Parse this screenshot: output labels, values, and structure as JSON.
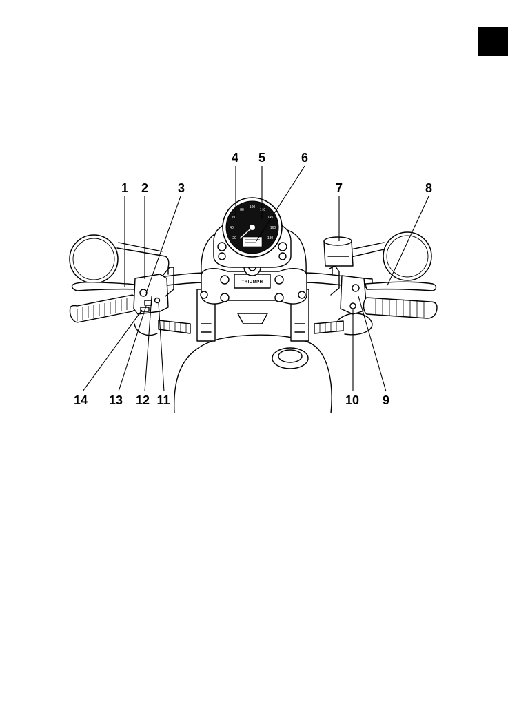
{
  "page": {
    "thumb_tab_color": "#000000"
  },
  "diagram": {
    "brand_mark": "TRIUMPH",
    "speedo_ticks": [
      "20",
      "40",
      "60",
      "80",
      "100",
      "120",
      "140",
      "160",
      "180"
    ],
    "callouts": [
      {
        "id": "1",
        "label": "1"
      },
      {
        "id": "2",
        "label": "2"
      },
      {
        "id": "3",
        "label": "3"
      },
      {
        "id": "4",
        "label": "4"
      },
      {
        "id": "5",
        "label": "5"
      },
      {
        "id": "6",
        "label": "6"
      },
      {
        "id": "7",
        "label": "7"
      },
      {
        "id": "8",
        "label": "8"
      },
      {
        "id": "9",
        "label": "9"
      },
      {
        "id": "10",
        "label": "10"
      },
      {
        "id": "11",
        "label": "11"
      },
      {
        "id": "12",
        "label": "12"
      },
      {
        "id": "13",
        "label": "13"
      },
      {
        "id": "14",
        "label": "14"
      }
    ]
  }
}
